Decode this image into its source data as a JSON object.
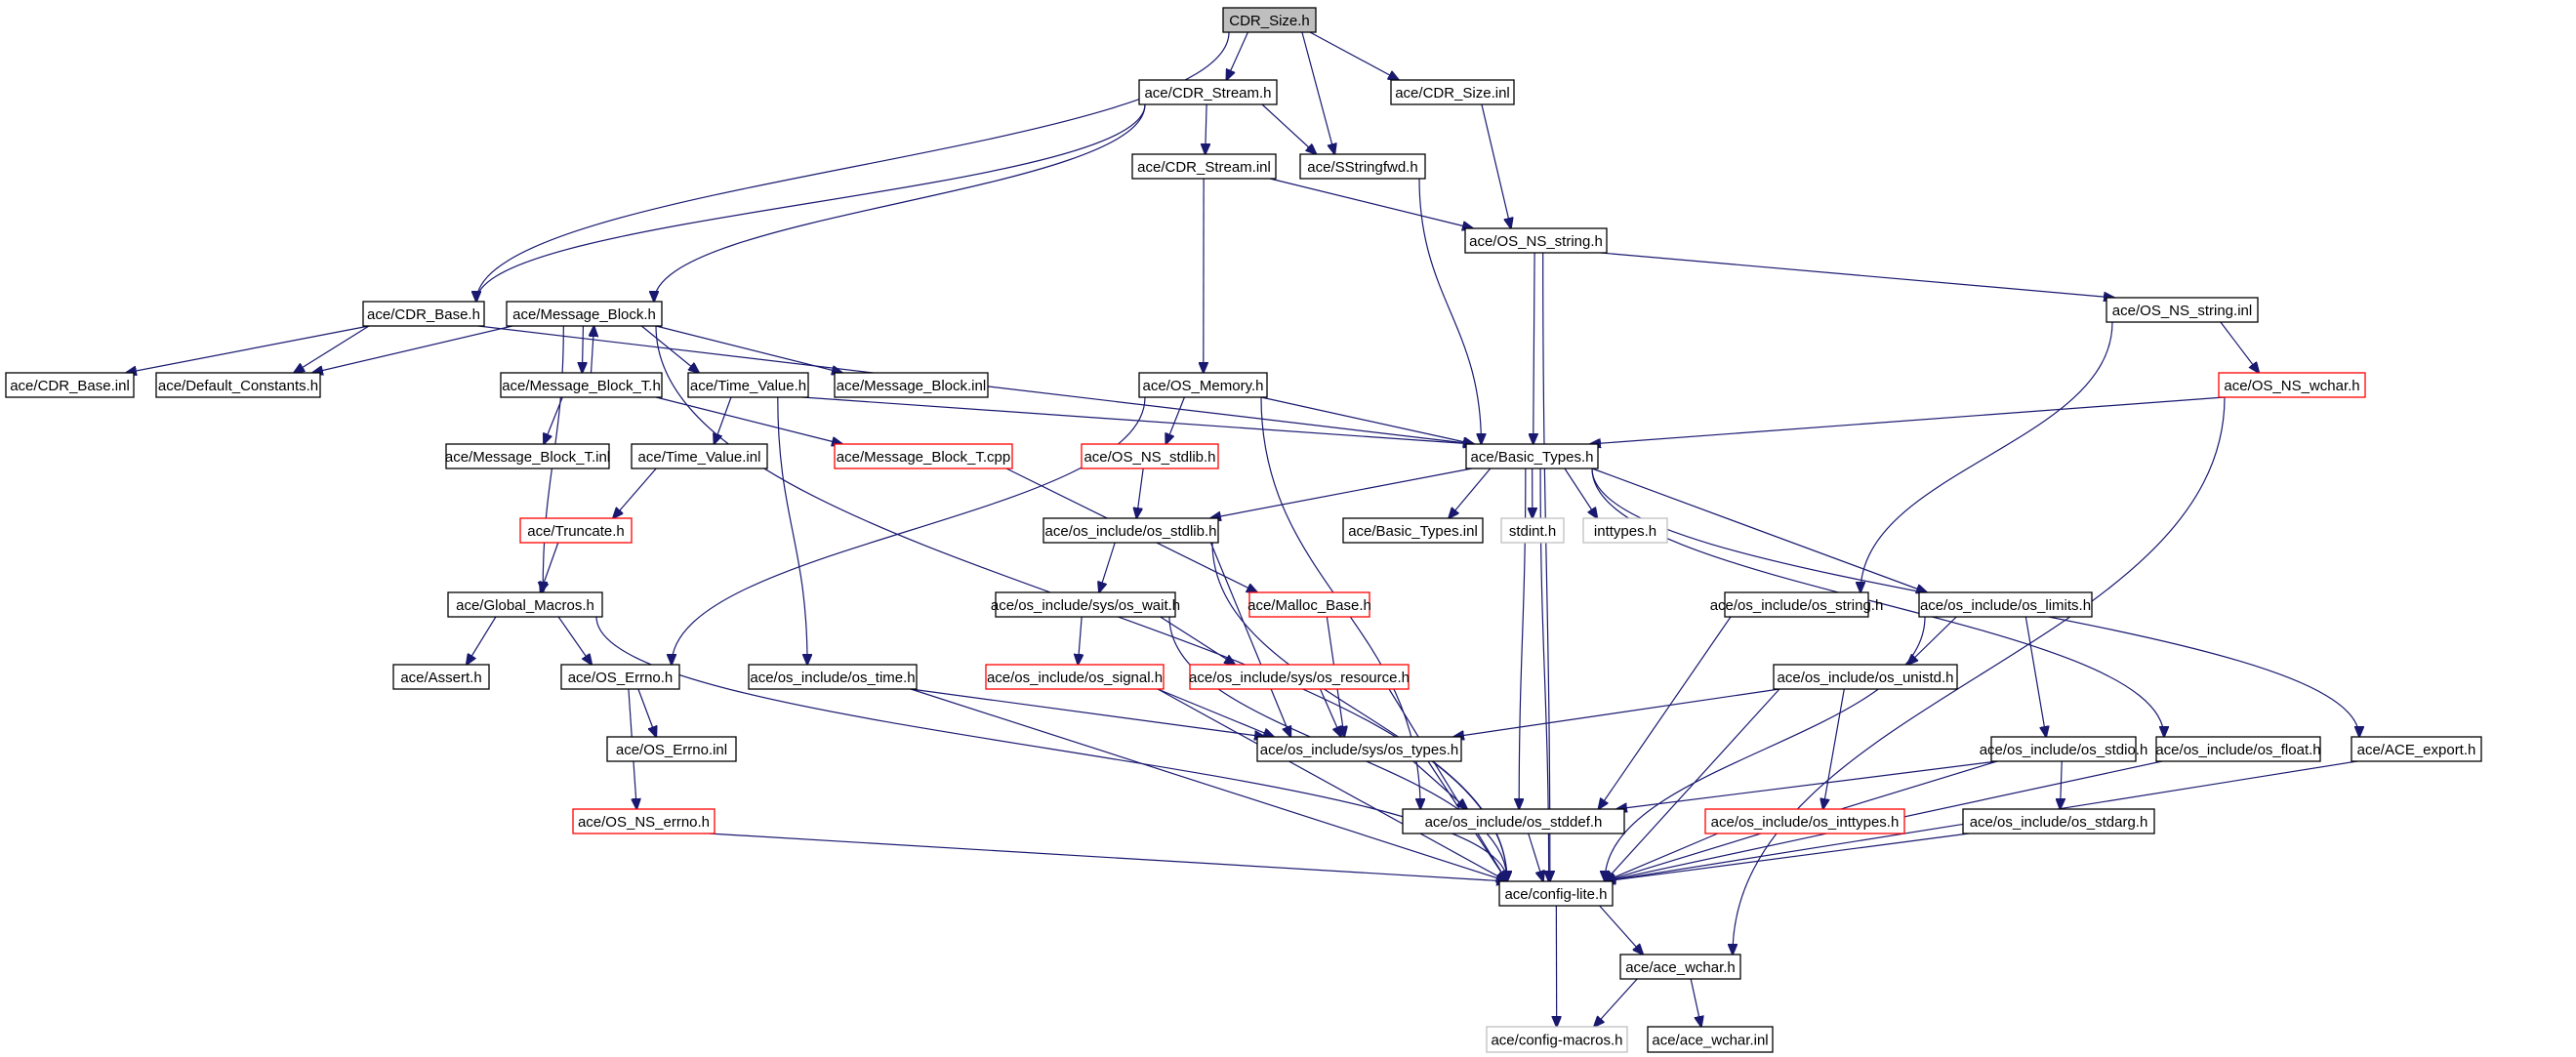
{
  "title": "CDR_Size.h include dependency graph",
  "colors": {
    "edge": "#191970",
    "missing_border": "#ff0000",
    "external_border": "#bfbfbf",
    "root_fill": "#bfbfbf"
  },
  "nodes": [
    {
      "id": "cdr_size_h",
      "label": "CDR_Size.h",
      "kind": "root"
    },
    {
      "id": "cdr_stream_h",
      "label": "ace/CDR_Stream.h",
      "kind": "normal"
    },
    {
      "id": "cdr_size_inl",
      "label": "ace/CDR_Size.inl",
      "kind": "normal"
    },
    {
      "id": "cdr_stream_inl",
      "label": "ace/CDR_Stream.inl",
      "kind": "normal"
    },
    {
      "id": "sstringfwd_h",
      "label": "ace/SStringfwd.h",
      "kind": "normal"
    },
    {
      "id": "os_ns_string_h",
      "label": "ace/OS_NS_string.h",
      "kind": "normal"
    },
    {
      "id": "cdr_base_h",
      "label": "ace/CDR_Base.h",
      "kind": "normal"
    },
    {
      "id": "message_block_h",
      "label": "ace/Message_Block.h",
      "kind": "normal"
    },
    {
      "id": "os_ns_string_inl",
      "label": "ace/OS_NS_string.inl",
      "kind": "normal"
    },
    {
      "id": "cdr_base_inl",
      "label": "ace/CDR_Base.inl",
      "kind": "normal"
    },
    {
      "id": "default_constants_h",
      "label": "ace/Default_Constants.h",
      "kind": "normal"
    },
    {
      "id": "message_block_t_h",
      "label": "ace/Message_Block_T.h",
      "kind": "normal"
    },
    {
      "id": "time_value_h",
      "label": "ace/Time_Value.h",
      "kind": "normal"
    },
    {
      "id": "message_block_inl",
      "label": "ace/Message_Block.inl",
      "kind": "normal"
    },
    {
      "id": "os_memory_h",
      "label": "ace/OS_Memory.h",
      "kind": "normal"
    },
    {
      "id": "os_ns_wchar_h",
      "label": "ace/OS_NS_wchar.h",
      "kind": "missing"
    },
    {
      "id": "message_block_t_inl",
      "label": "ace/Message_Block_T.inl",
      "kind": "normal"
    },
    {
      "id": "time_value_inl",
      "label": "ace/Time_Value.inl",
      "kind": "normal"
    },
    {
      "id": "message_block_t_cpp",
      "label": "ace/Message_Block_T.cpp",
      "kind": "missing"
    },
    {
      "id": "os_ns_stdlib_h",
      "label": "ace/OS_NS_stdlib.h",
      "kind": "missing"
    },
    {
      "id": "basic_types_h",
      "label": "ace/Basic_Types.h",
      "kind": "normal"
    },
    {
      "id": "truncate_h",
      "label": "ace/Truncate.h",
      "kind": "missing"
    },
    {
      "id": "os_stdlib_h",
      "label": "ace/os_include/os_stdlib.h",
      "kind": "normal"
    },
    {
      "id": "basic_types_inl",
      "label": "ace/Basic_Types.inl",
      "kind": "normal"
    },
    {
      "id": "stdint_h",
      "label": "stdint.h",
      "kind": "external"
    },
    {
      "id": "inttypes_h",
      "label": "inttypes.h",
      "kind": "external"
    },
    {
      "id": "global_macros_h",
      "label": "ace/Global_Macros.h",
      "kind": "normal"
    },
    {
      "id": "os_wait_h",
      "label": "ace/os_include/sys/os_wait.h",
      "kind": "normal"
    },
    {
      "id": "malloc_base_h",
      "label": "ace/Malloc_Base.h",
      "kind": "missing"
    },
    {
      "id": "os_string_h",
      "label": "ace/os_include/os_string.h",
      "kind": "normal"
    },
    {
      "id": "os_limits_h",
      "label": "ace/os_include/os_limits.h",
      "kind": "normal"
    },
    {
      "id": "assert_h",
      "label": "ace/Assert.h",
      "kind": "normal"
    },
    {
      "id": "os_errno_h",
      "label": "ace/OS_Errno.h",
      "kind": "normal"
    },
    {
      "id": "os_time_h",
      "label": "ace/os_include/os_time.h",
      "kind": "normal"
    },
    {
      "id": "os_signal_h",
      "label": "ace/os_include/os_signal.h",
      "kind": "missing"
    },
    {
      "id": "os_resource_h",
      "label": "ace/os_include/sys/os_resource.h",
      "kind": "missing"
    },
    {
      "id": "os_unistd_h",
      "label": "ace/os_include/os_unistd.h",
      "kind": "normal"
    },
    {
      "id": "os_errno_inl",
      "label": "ace/OS_Errno.inl",
      "kind": "normal"
    },
    {
      "id": "os_types_h",
      "label": "ace/os_include/sys/os_types.h",
      "kind": "normal"
    },
    {
      "id": "os_stdio_h",
      "label": "ace/os_include/os_stdio.h",
      "kind": "normal"
    },
    {
      "id": "os_float_h",
      "label": "ace/os_include/os_float.h",
      "kind": "normal"
    },
    {
      "id": "ace_export_h",
      "label": "ace/ACE_export.h",
      "kind": "normal"
    },
    {
      "id": "os_ns_errno_h",
      "label": "ace/OS_NS_errno.h",
      "kind": "missing"
    },
    {
      "id": "os_stddef_h",
      "label": "ace/os_include/os_stddef.h",
      "kind": "normal"
    },
    {
      "id": "os_inttypes_h",
      "label": "ace/os_include/os_inttypes.h",
      "kind": "missing"
    },
    {
      "id": "os_stdarg_h",
      "label": "ace/os_include/os_stdarg.h",
      "kind": "normal"
    },
    {
      "id": "config_lite_h",
      "label": "ace/config-lite.h",
      "kind": "normal"
    },
    {
      "id": "ace_wchar_h",
      "label": "ace/ace_wchar.h",
      "kind": "normal"
    },
    {
      "id": "config_macros_h",
      "label": "ace/config-macros.h",
      "kind": "external"
    },
    {
      "id": "ace_wchar_inl",
      "label": "ace/ace_wchar.inl",
      "kind": "normal"
    }
  ],
  "edges": [
    [
      "cdr_size_h",
      "cdr_base_h"
    ],
    [
      "cdr_size_h",
      "cdr_stream_h"
    ],
    [
      "cdr_size_h",
      "sstringfwd_h"
    ],
    [
      "cdr_size_h",
      "cdr_size_inl"
    ],
    [
      "cdr_stream_h",
      "cdr_base_h"
    ],
    [
      "cdr_stream_h",
      "message_block_h"
    ],
    [
      "cdr_stream_h",
      "cdr_stream_inl"
    ],
    [
      "cdr_stream_h",
      "sstringfwd_h"
    ],
    [
      "cdr_size_inl",
      "os_ns_string_h"
    ],
    [
      "cdr_stream_inl",
      "os_memory_h"
    ],
    [
      "cdr_stream_inl",
      "os_ns_string_h"
    ],
    [
      "sstringfwd_h",
      "basic_types_h"
    ],
    [
      "os_ns_string_h",
      "basic_types_h"
    ],
    [
      "os_ns_string_h",
      "os_ns_string_inl"
    ],
    [
      "os_ns_string_h",
      "config_lite_h"
    ],
    [
      "cdr_base_h",
      "cdr_base_inl"
    ],
    [
      "cdr_base_h",
      "default_constants_h"
    ],
    [
      "cdr_base_h",
      "basic_types_h"
    ],
    [
      "message_block_h",
      "default_constants_h"
    ],
    [
      "message_block_h",
      "global_macros_h"
    ],
    [
      "message_block_h",
      "message_block_t_h"
    ],
    [
      "message_block_h",
      "time_value_h"
    ],
    [
      "message_block_h",
      "message_block_inl"
    ],
    [
      "message_block_h",
      "config_lite_h"
    ],
    [
      "message_block_t_h",
      "message_block_h"
    ],
    [
      "message_block_t_h",
      "message_block_t_inl"
    ],
    [
      "message_block_t_h",
      "message_block_t_cpp"
    ],
    [
      "time_value_h",
      "time_value_inl"
    ],
    [
      "time_value_h",
      "basic_types_h"
    ],
    [
      "time_value_h",
      "os_time_h"
    ],
    [
      "time_value_inl",
      "truncate_h"
    ],
    [
      "truncate_h",
      "global_macros_h"
    ],
    [
      "message_block_t_cpp",
      "malloc_base_h"
    ],
    [
      "os_memory_h",
      "basic_types_h"
    ],
    [
      "os_memory_h",
      "os_ns_stdlib_h"
    ],
    [
      "os_memory_h",
      "os_errno_h"
    ],
    [
      "os_memory_h",
      "os_stddef_h"
    ],
    [
      "os_ns_stdlib_h",
      "os_stdlib_h"
    ],
    [
      "os_ns_string_inl",
      "os_ns_wchar_h"
    ],
    [
      "os_ns_string_inl",
      "os_string_h"
    ],
    [
      "os_ns_wchar_h",
      "basic_types_h"
    ],
    [
      "os_ns_wchar_h",
      "ace_wchar_h"
    ],
    [
      "basic_types_h",
      "basic_types_inl"
    ],
    [
      "basic_types_h",
      "stdint_h"
    ],
    [
      "basic_types_h",
      "inttypes_h"
    ],
    [
      "basic_types_h",
      "os_stdlib_h"
    ],
    [
      "basic_types_h",
      "os_limits_h"
    ],
    [
      "basic_types_h",
      "os_float_h"
    ],
    [
      "basic_types_h",
      "ace_export_h"
    ],
    [
      "basic_types_h",
      "os_stddef_h"
    ],
    [
      "basic_types_h",
      "config_lite_h"
    ],
    [
      "os_stdlib_h",
      "os_wait_h"
    ],
    [
      "os_stdlib_h",
      "os_types_h"
    ],
    [
      "os_stdlib_h",
      "config_lite_h"
    ],
    [
      "os_wait_h",
      "os_signal_h"
    ],
    [
      "os_wait_h",
      "os_resource_h"
    ],
    [
      "os_wait_h",
      "config_lite_h"
    ],
    [
      "malloc_base_h",
      "os_types_h"
    ],
    [
      "os_signal_h",
      "os_types_h"
    ],
    [
      "os_signal_h",
      "config_lite_h"
    ],
    [
      "os_resource_h",
      "os_types_h"
    ],
    [
      "os_resource_h",
      "config_lite_h"
    ],
    [
      "os_time_h",
      "os_types_h"
    ],
    [
      "os_time_h",
      "config_lite_h"
    ],
    [
      "global_macros_h",
      "assert_h"
    ],
    [
      "global_macros_h",
      "os_errno_h"
    ],
    [
      "global_macros_h",
      "config_lite_h"
    ],
    [
      "os_errno_h",
      "os_errno_inl"
    ],
    [
      "os_errno_h",
      "os_ns_errno_h"
    ],
    [
      "os_ns_errno_h",
      "config_lite_h"
    ],
    [
      "os_string_h",
      "os_stddef_h"
    ],
    [
      "os_limits_h",
      "os_unistd_h"
    ],
    [
      "os_limits_h",
      "os_stdio_h"
    ],
    [
      "os_limits_h",
      "config_lite_h"
    ],
    [
      "os_unistd_h",
      "os_types_h"
    ],
    [
      "os_unistd_h",
      "os_inttypes_h"
    ],
    [
      "os_unistd_h",
      "config_lite_h"
    ],
    [
      "os_types_h",
      "os_stddef_h"
    ],
    [
      "os_types_h",
      "config_lite_h"
    ],
    [
      "os_stdio_h",
      "os_stddef_h"
    ],
    [
      "os_stdio_h",
      "os_stdarg_h"
    ],
    [
      "os_stdio_h",
      "config_lite_h"
    ],
    [
      "os_float_h",
      "config_lite_h"
    ],
    [
      "ace_export_h",
      "config_lite_h"
    ],
    [
      "os_stddef_h",
      "config_lite_h"
    ],
    [
      "os_inttypes_h",
      "config_lite_h"
    ],
    [
      "os_stdarg_h",
      "config_lite_h"
    ],
    [
      "config_lite_h",
      "ace_wchar_h"
    ],
    [
      "config_lite_h",
      "config_macros_h"
    ],
    [
      "ace_wchar_h",
      "config_macros_h"
    ],
    [
      "ace_wchar_h",
      "ace_wchar_inl"
    ]
  ]
}
